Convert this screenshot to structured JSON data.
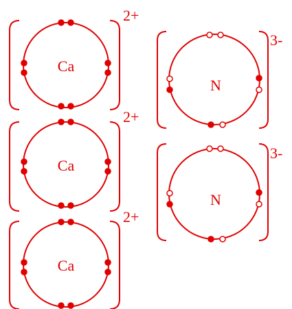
{
  "ions": [
    {
      "symbol": "Ca",
      "charge": "2+"
    },
    {
      "symbol": "Ca",
      "charge": "2+"
    },
    {
      "symbol": "Ca",
      "charge": "2+"
    },
    {
      "symbol": "N",
      "charge": "3-"
    },
    {
      "symbol": "N",
      "charge": "3-"
    }
  ],
  "colors": {
    "ink": "#e00000",
    "background": "#ffffff"
  }
}
